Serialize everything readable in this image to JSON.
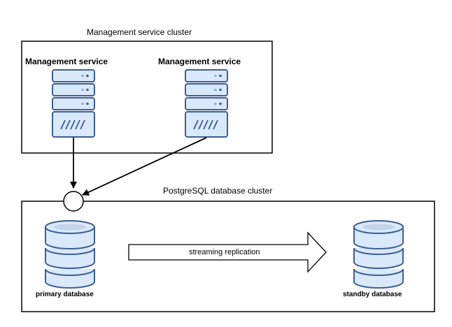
{
  "colors": {
    "server_fill": "#dae8fc",
    "server_stroke": "#3b5f94",
    "line": "#000000",
    "dot_dark": "#3b5f94",
    "dot_light": "#8fb0d8"
  },
  "management_cluster": {
    "title": "Management service cluster",
    "services": [
      {
        "label": "Management service",
        "icon": "server-icon"
      },
      {
        "label": "Management service",
        "icon": "server-icon"
      }
    ]
  },
  "database_cluster": {
    "title": "PostgreSQL database cluster",
    "primary": {
      "label": "primary database",
      "icon": "database-icon"
    },
    "standby": {
      "label": "standby database",
      "icon": "database-icon"
    },
    "replication": {
      "label": "streaming replication"
    }
  },
  "connection_point": {
    "icon": "circle-junction"
  }
}
